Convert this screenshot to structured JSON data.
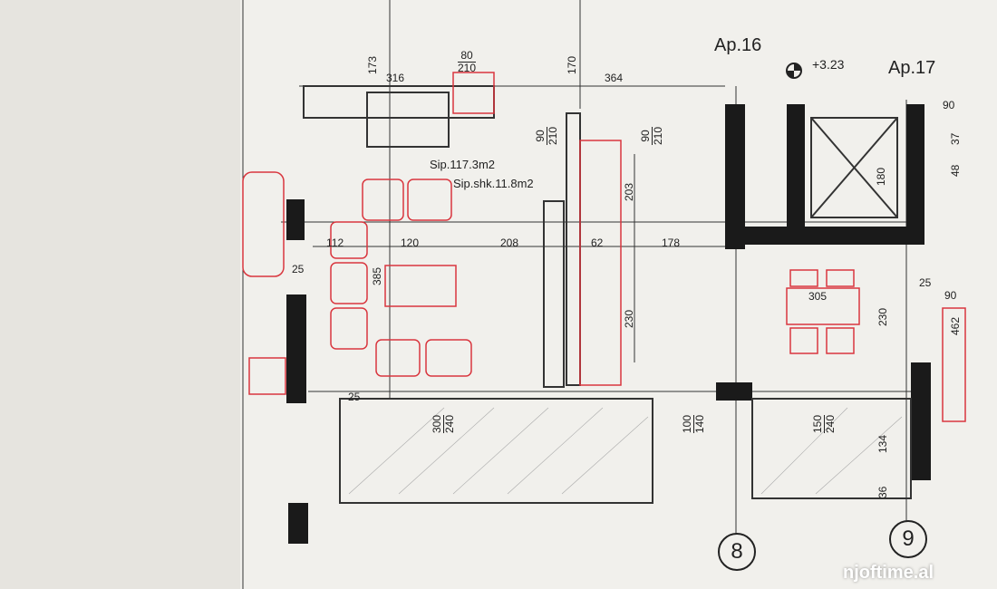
{
  "plan": {
    "apartment_16": "Ap.16",
    "apartment_17": "Ap.17",
    "level": "+3.23",
    "area": "Sip.117.3m2",
    "terrace_area": "Sip.shk.11.8m2",
    "dimensions": {
      "d173": "173",
      "d316": "316",
      "d170": "170",
      "d364": "364",
      "d203": "203",
      "d180": "180",
      "d90a": "90",
      "d37": "37",
      "d48": "48",
      "d112": "112",
      "d120": "120",
      "d208": "208",
      "d62": "62",
      "d178": "178",
      "d385": "385",
      "d305": "305",
      "d230a": "230",
      "d230b": "230",
      "d25a": "25",
      "d25b": "25",
      "d25c": "25",
      "d90b": "90",
      "d462": "462",
      "d134": "134",
      "d36": "36"
    },
    "openings": [
      {
        "w": "80",
        "h": "210"
      },
      {
        "w": "90",
        "h": "210"
      },
      {
        "w": "90",
        "h": "210"
      },
      {
        "w": "300",
        "h": "240"
      },
      {
        "w": "100",
        "h": "140"
      },
      {
        "w": "150",
        "h": "240"
      }
    ],
    "grid_axes": [
      "8",
      "9"
    ]
  },
  "watermark": "njoftime.al",
  "colors": {
    "wall": "#1a1a1a",
    "furniture": "#d9363e",
    "paper": "#f1f0ec"
  }
}
